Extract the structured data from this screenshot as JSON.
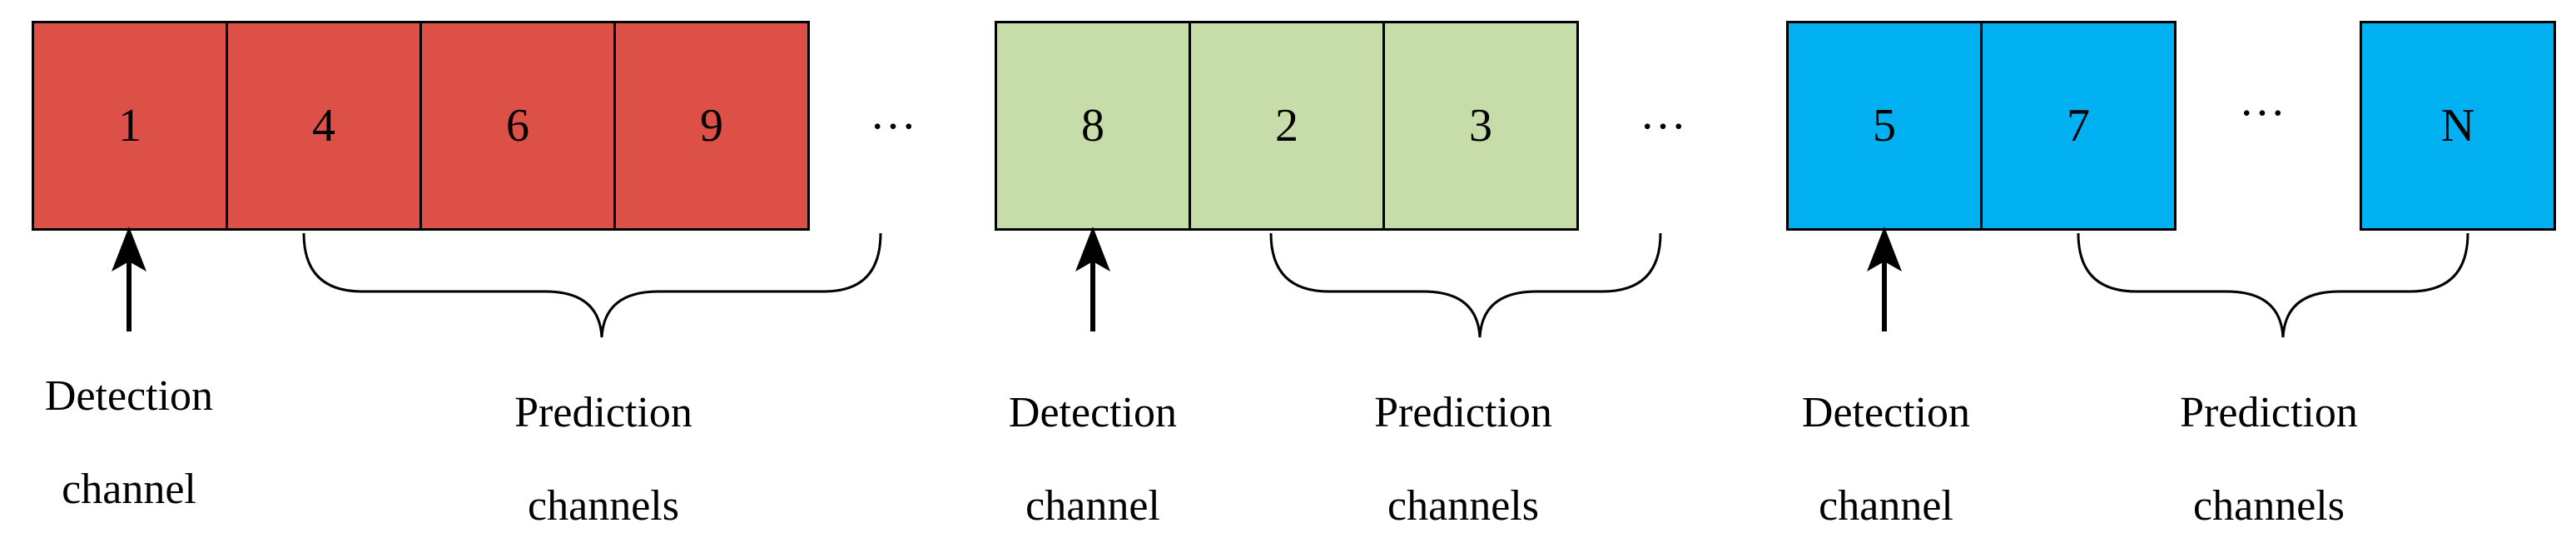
{
  "colors": {
    "group_1": "#DC5048",
    "group_2": "#C6DDA9",
    "group_3": "#00B0F0",
    "stroke": "#000000"
  },
  "group_1": {
    "cells": [
      "1",
      "4",
      "6",
      "9"
    ],
    "detection_label": [
      "Detection",
      "channel"
    ],
    "prediction_label": [
      "Prediction",
      "channels"
    ]
  },
  "group_2": {
    "cells": [
      "8",
      "2",
      "3"
    ],
    "detection_label": [
      "Detection",
      "channel"
    ],
    "prediction_label": [
      "Prediction",
      "channels"
    ]
  },
  "group_3": {
    "cells": [
      "5",
      "7",
      "N"
    ],
    "detection_label": [
      "Detection",
      "channel"
    ],
    "prediction_label": [
      "Prediction",
      "channels"
    ]
  },
  "ellipses": [
    "…",
    "…",
    "…"
  ]
}
